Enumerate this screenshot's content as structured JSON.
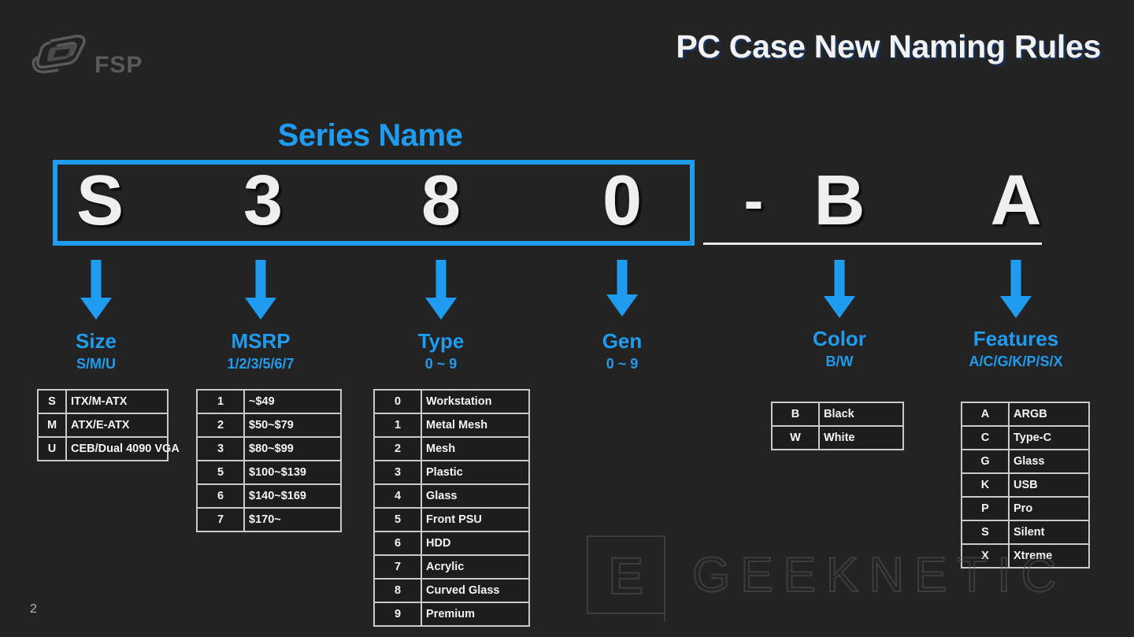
{
  "slide": {
    "page_number": "2",
    "background_color": "#232323",
    "accent_color": "#1f9cf0",
    "text_color": "#efefef"
  },
  "brand": {
    "logo_icon": "fsp-logo-icon",
    "name": "FSP"
  },
  "header": {
    "title": "PC Case New Naming Rules"
  },
  "series_caption": {
    "label": "Series Name"
  },
  "code": {
    "characters": [
      {
        "char": "S",
        "field": "size"
      },
      {
        "char": "3",
        "field": "msrp"
      },
      {
        "char": "8",
        "field": "type"
      },
      {
        "char": "0",
        "field": "gen"
      },
      {
        "char": "-",
        "field": "separator"
      },
      {
        "char": "B",
        "field": "color"
      },
      {
        "char": "A",
        "field": "features"
      }
    ]
  },
  "fields": [
    {
      "key": "size",
      "name": "Size",
      "sub": "S/M/U",
      "arrow_icon": "arrow-down-icon",
      "rows": [
        {
          "code": "S",
          "meaning": "ITX/M-ATX"
        },
        {
          "code": "M",
          "meaning": "ATX/E-ATX"
        },
        {
          "code": "U",
          "meaning": "CEB/Dual 4090 VGA"
        }
      ]
    },
    {
      "key": "msrp",
      "name": "MSRP",
      "sub": "1/2/3/5/6/7",
      "arrow_icon": "arrow-down-icon",
      "rows": [
        {
          "code": "1",
          "meaning": "~$49"
        },
        {
          "code": "2",
          "meaning": "$50~$79"
        },
        {
          "code": "3",
          "meaning": "$80~$99"
        },
        {
          "code": "5",
          "meaning": "$100~$139"
        },
        {
          "code": "6",
          "meaning": "$140~$169"
        },
        {
          "code": "7",
          "meaning": "$170~"
        }
      ]
    },
    {
      "key": "type",
      "name": "Type",
      "sub": "0 ~ 9",
      "arrow_icon": "arrow-down-icon",
      "rows": [
        {
          "code": "0",
          "meaning": "Workstation"
        },
        {
          "code": "1",
          "meaning": "Metal Mesh"
        },
        {
          "code": "2",
          "meaning": "Mesh"
        },
        {
          "code": "3",
          "meaning": "Plastic"
        },
        {
          "code": "4",
          "meaning": "Glass"
        },
        {
          "code": "5",
          "meaning": "Front PSU"
        },
        {
          "code": "6",
          "meaning": "HDD"
        },
        {
          "code": "7",
          "meaning": "Acrylic"
        },
        {
          "code": "8",
          "meaning": "Curved Glass"
        },
        {
          "code": "9",
          "meaning": "Premium"
        }
      ]
    },
    {
      "key": "gen",
      "name": "Gen",
      "sub": "0 ~ 9",
      "arrow_icon": "arrow-down-icon",
      "rows": []
    },
    {
      "key": "color",
      "name": "Color",
      "sub": "B/W",
      "arrow_icon": "arrow-down-icon",
      "rows": [
        {
          "code": "B",
          "meaning": "Black"
        },
        {
          "code": "W",
          "meaning": "White"
        }
      ]
    },
    {
      "key": "features",
      "name": "Features",
      "sub": "A/C/G/K/P/S/X",
      "arrow_icon": "arrow-down-icon",
      "rows": [
        {
          "code": "A",
          "meaning": "ARGB"
        },
        {
          "code": "C",
          "meaning": "Type-C"
        },
        {
          "code": "G",
          "meaning": "Glass"
        },
        {
          "code": "K",
          "meaning": "USB"
        },
        {
          "code": "P",
          "meaning": "Pro"
        },
        {
          "code": "S",
          "meaning": "Silent"
        },
        {
          "code": "X",
          "meaning": "Xtreme"
        }
      ]
    }
  ],
  "watermark": {
    "badge_letter": "E",
    "text": "GEEKNETIC"
  }
}
